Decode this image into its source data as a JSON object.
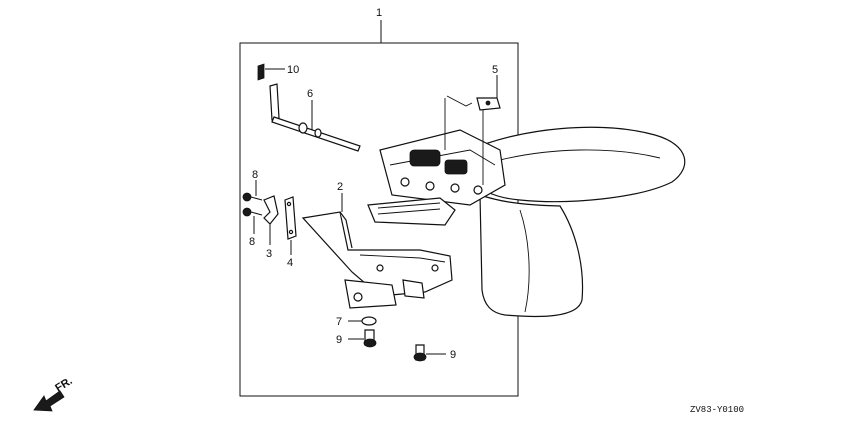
{
  "callouts": {
    "c1": "1",
    "c2": "2",
    "c3": "3",
    "c4": "4",
    "c5": "5",
    "c6": "6",
    "c7": "7",
    "c8a": "8",
    "c8b": "8",
    "c9a": "9",
    "c9b": "9",
    "c10": "10"
  },
  "direction_label": "FR.",
  "diagram_code": "ZV83-Y0100",
  "colors": {
    "ink": "#111111",
    "background": "#ffffff"
  },
  "icons": {
    "direction": "arrow-front-icon"
  }
}
